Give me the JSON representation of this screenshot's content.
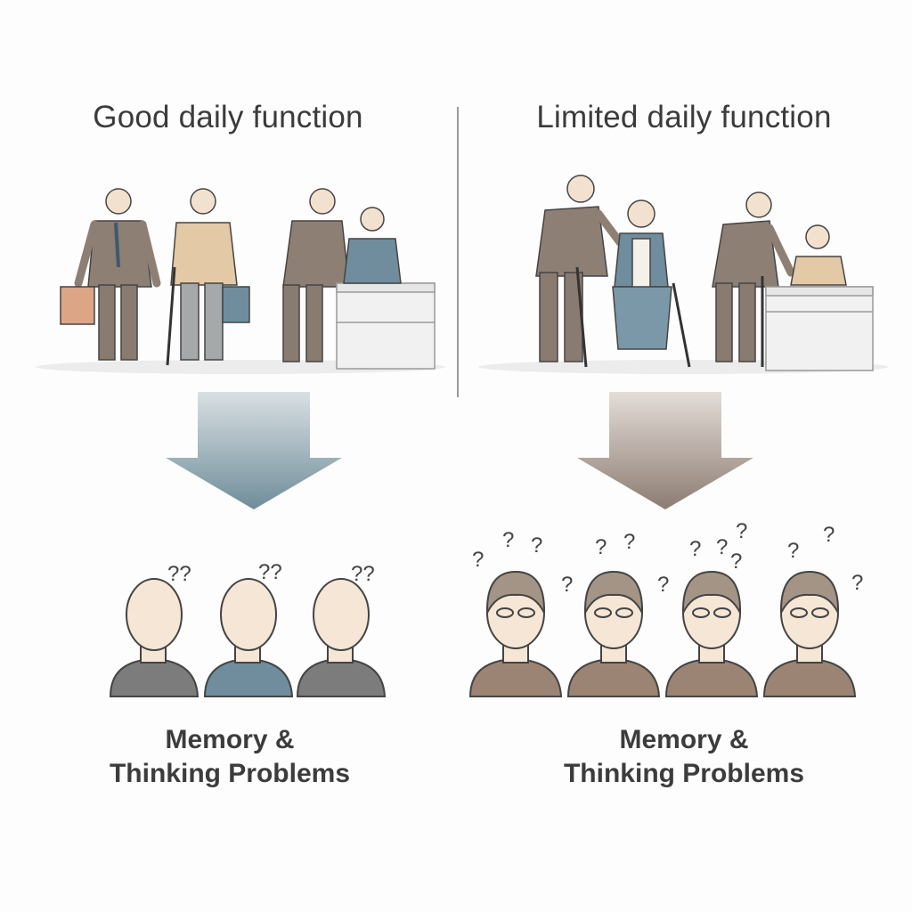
{
  "left": {
    "title": "Good daily function",
    "caption_line1": "Memory &",
    "caption_line2": "Thinking Problems",
    "question_mark": "??",
    "arrow_color": "#7e98a2"
  },
  "right": {
    "title": "Limited daily function",
    "caption_line1": "Memory &",
    "caption_line2": "Thinking Problems",
    "question_mark": "?",
    "arrow_color": "#978980"
  },
  "colors": {
    "skin": "#f6e6d6",
    "outline": "#444444",
    "suit_brown": "#8e7f74",
    "shirt_gray": "#7c7c7c",
    "shirt_blue": "#6f8d9c",
    "shirt_brown": "#9c8474",
    "hair": "#a39486"
  }
}
